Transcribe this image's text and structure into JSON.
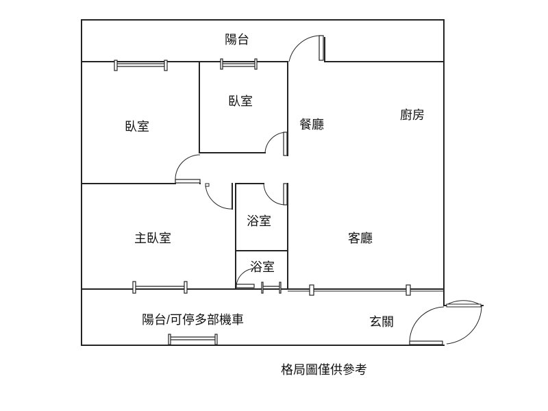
{
  "rooms": {
    "balcony_top": "陽台",
    "bedroom_left": "臥室",
    "bedroom_center": "臥室",
    "dining": "餐廳",
    "kitchen": "廚房",
    "master_bedroom": "主臥室",
    "bathroom_1": "浴室",
    "bathroom_2": "浴室",
    "living_room": "客廳",
    "balcony_bottom": "陽台/可停多部機車",
    "entrance": "玄關"
  },
  "caption": "格局圖僅供參考"
}
